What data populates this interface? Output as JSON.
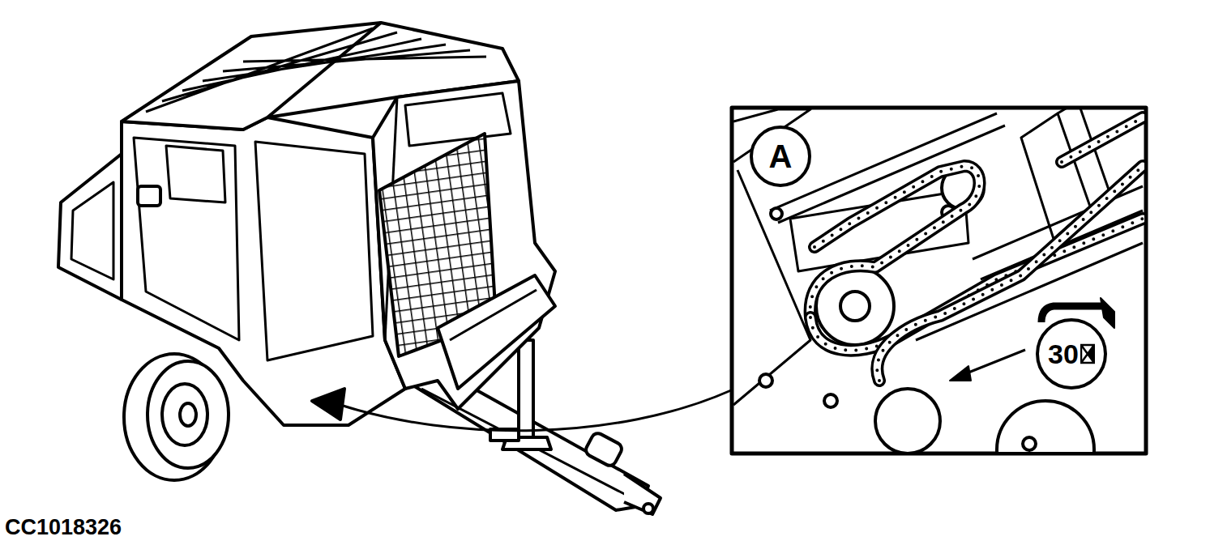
{
  "diagram": {
    "nodes": [
      {
        "text": [
          "A"
        ]
      },
      {
        "text": [
          "30"
        ]
      }
    ],
    "labels": [
      "CC1018326"
    ]
  }
}
